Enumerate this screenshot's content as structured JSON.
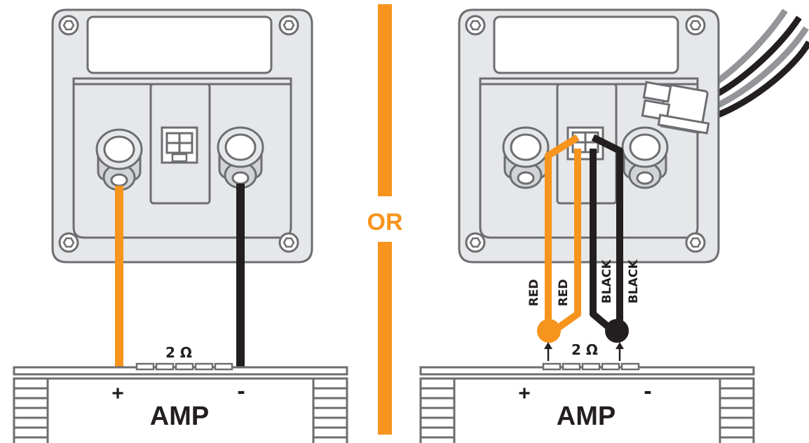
{
  "colors": {
    "orange": "#f7941d",
    "black": "#231f20",
    "outline": "#6d6e71",
    "panel": "#e6e7e8",
    "panel_dark": "#d1d3d4",
    "white": "#ffffff"
  },
  "separator": {
    "label": "OR"
  },
  "left_diagram": {
    "amp_label": "AMP",
    "plus_label": "+",
    "minus_label": "-",
    "impedance_label": "2 Ω"
  },
  "right_diagram": {
    "amp_label": "AMP",
    "plus_label": "+",
    "minus_label": "-",
    "impedance_label": "2 Ω",
    "wire_labels": [
      "RED",
      "RED",
      "BLACK",
      "BLACK"
    ]
  }
}
